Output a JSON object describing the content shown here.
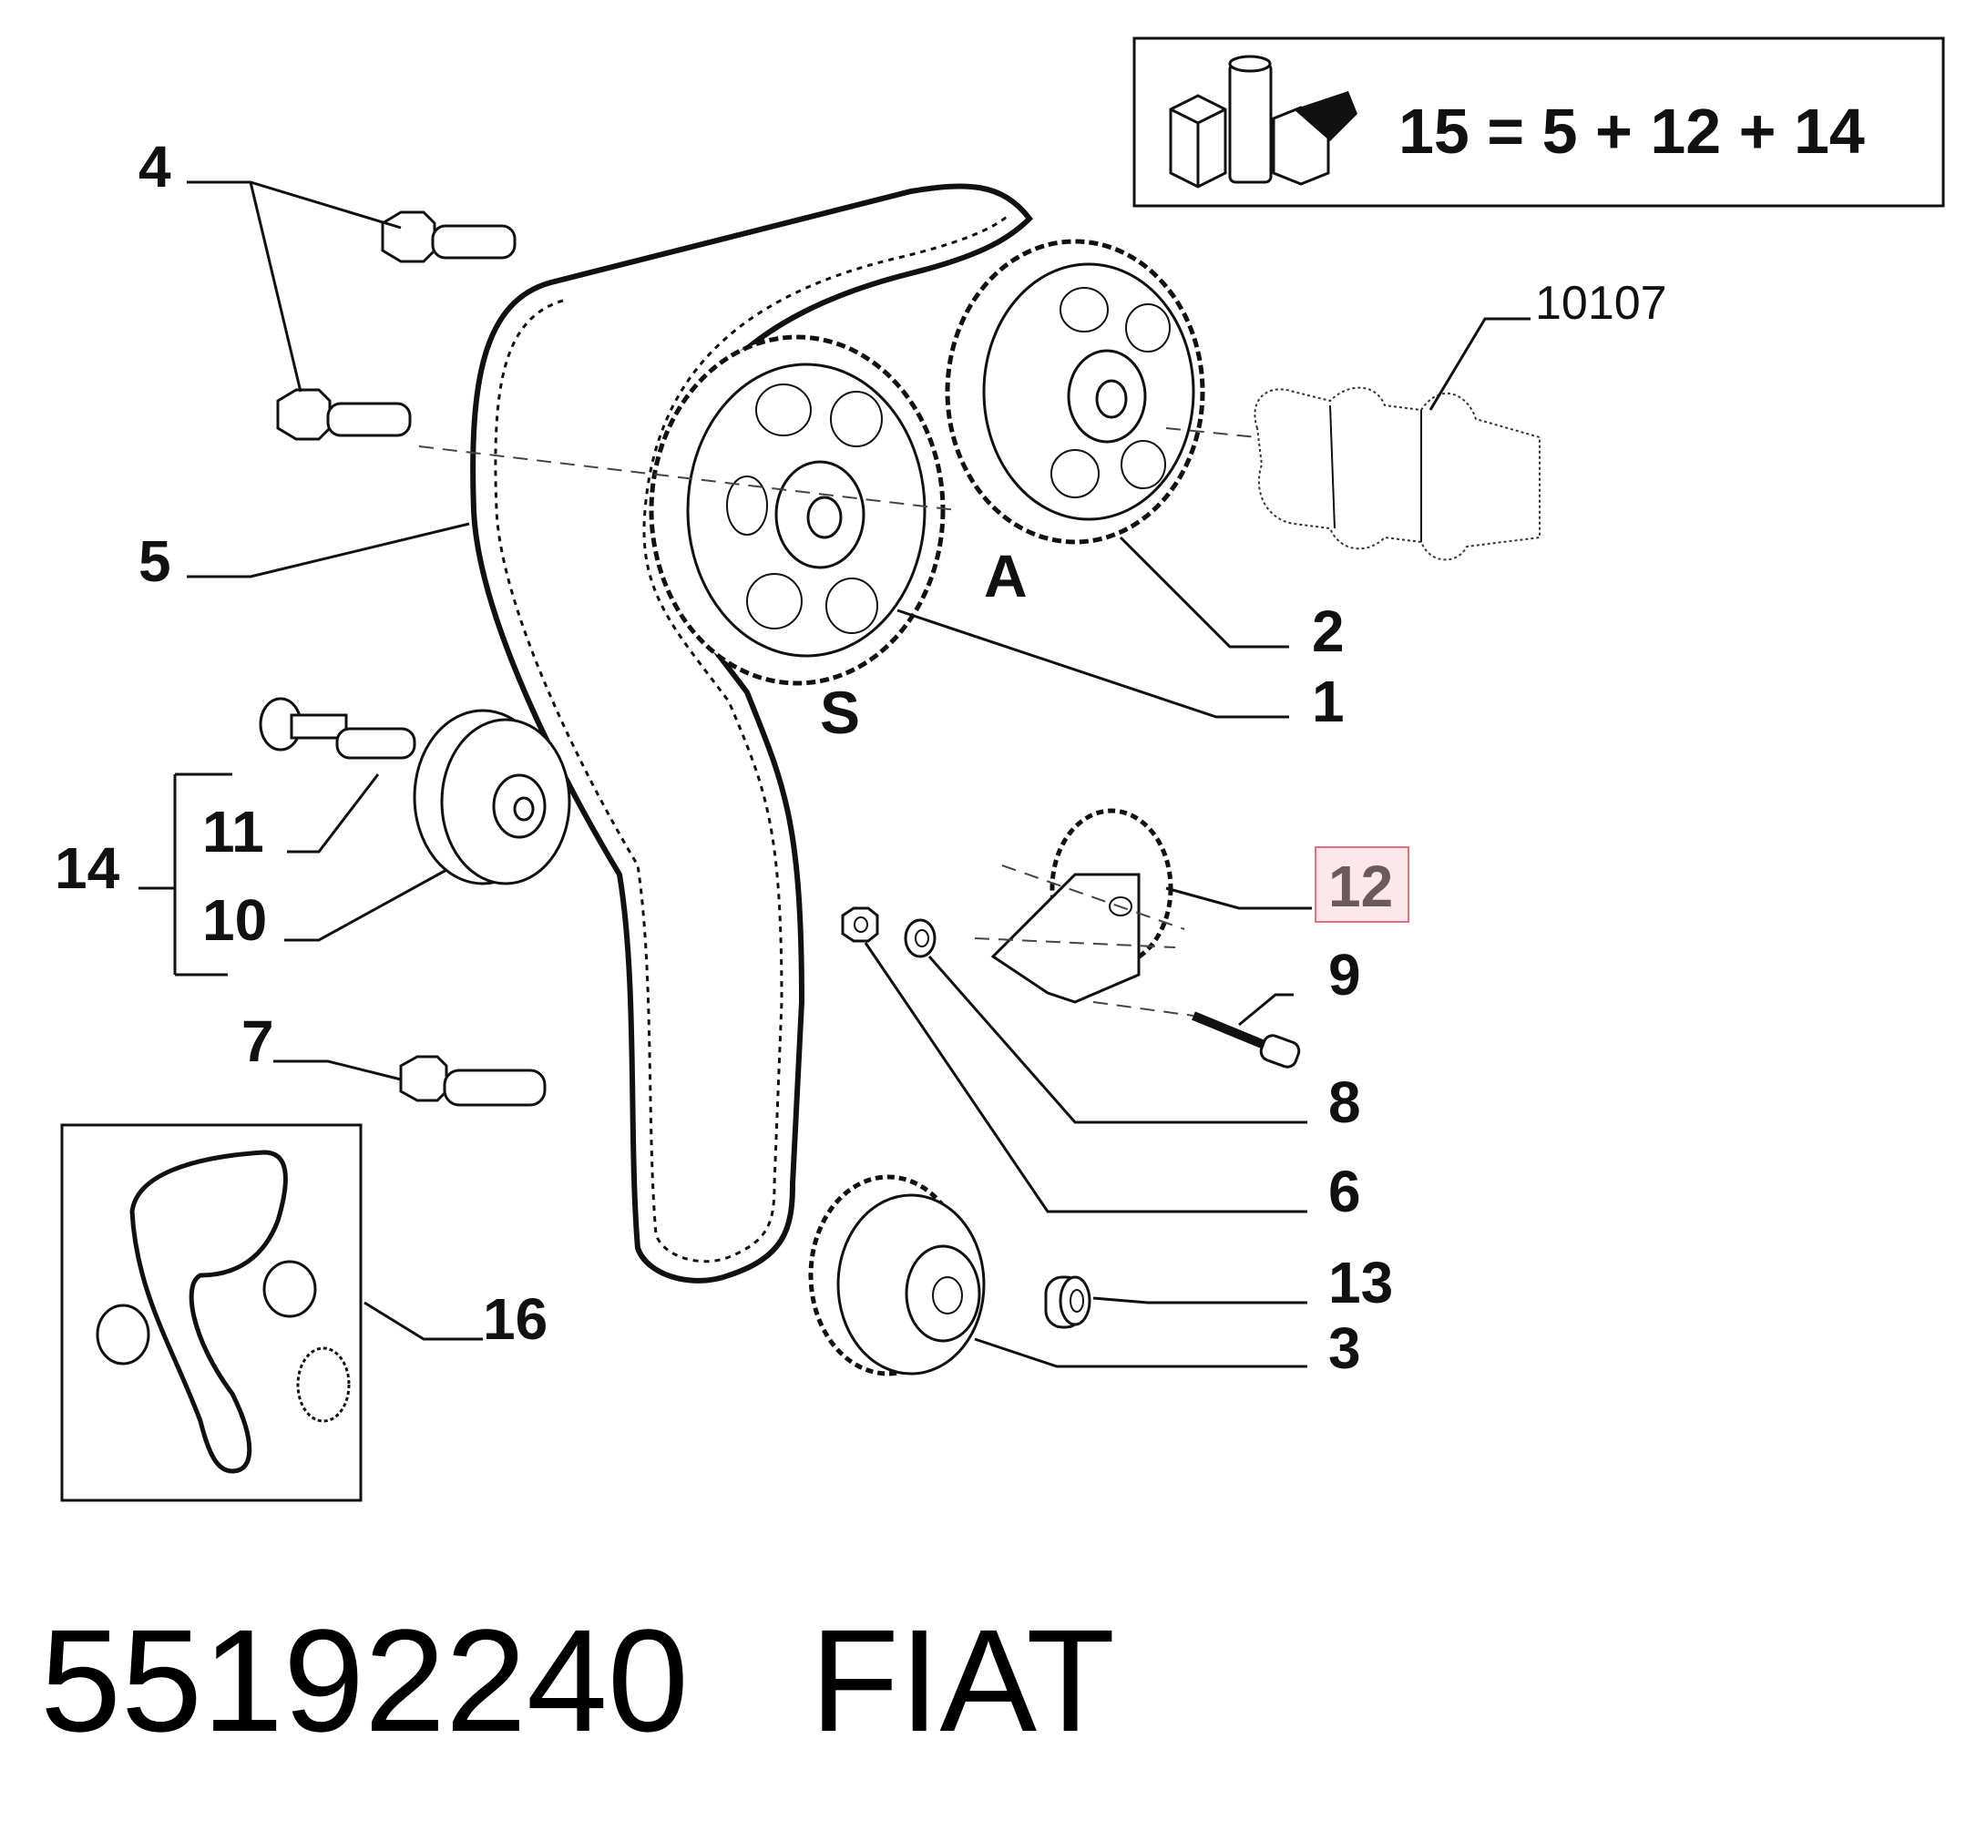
{
  "kit_box": {
    "formula": "15 = 5 + 12 + 14",
    "icon": "kit-boxes-icon"
  },
  "reference_label": "10107",
  "pulley_letters": {
    "A": "A",
    "S": "S"
  },
  "callouts": {
    "c1": "1",
    "c2": "2",
    "c3": "3",
    "c4": "4",
    "c5": "5",
    "c6": "6",
    "c7": "7",
    "c8": "8",
    "c9": "9",
    "c10": "10",
    "c11": "11",
    "c12": "12",
    "c13": "13",
    "c14": "14",
    "c16": "16"
  },
  "highlight": {
    "part_number_label": "12",
    "color": "#e07080"
  },
  "footer": {
    "part_code": "55192240",
    "brand": "FIAT"
  }
}
